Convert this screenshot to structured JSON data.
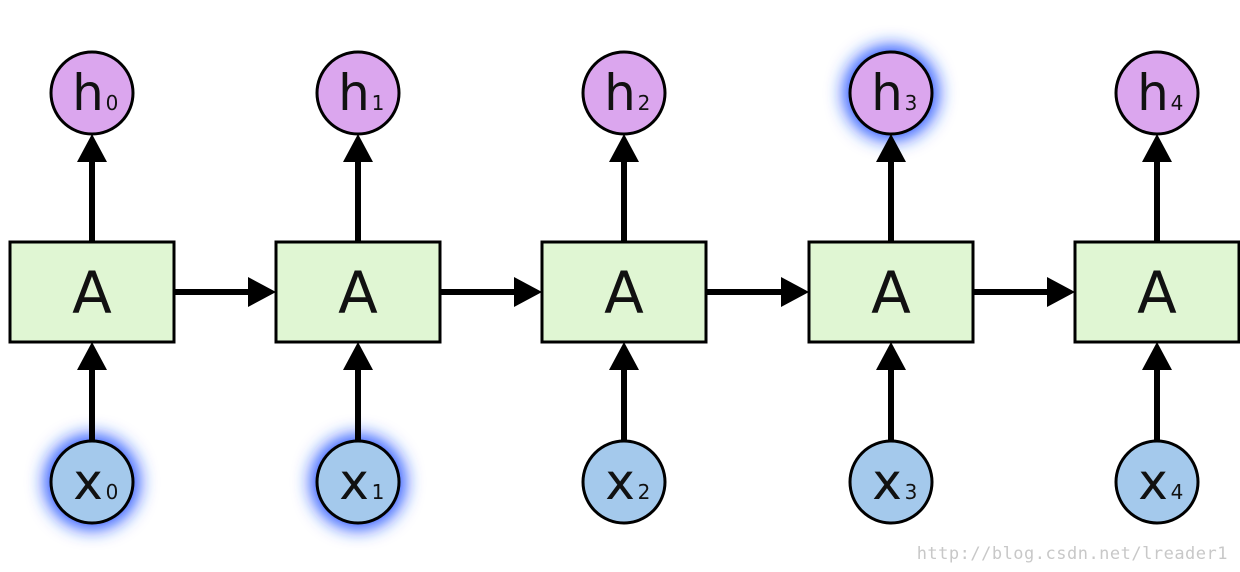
{
  "colors": {
    "cell_fill": "#e0f6d3",
    "output_fill": "#dba6ee",
    "input_fill": "#a4c9ec",
    "highlight_glow": "#1a4dff",
    "stroke": "#000000"
  },
  "cells": [
    {
      "label": "A"
    },
    {
      "label": "A"
    },
    {
      "label": "A"
    },
    {
      "label": "A"
    },
    {
      "label": "A"
    }
  ],
  "outputs": [
    {
      "main": "h",
      "sub": "0",
      "highlighted": false
    },
    {
      "main": "h",
      "sub": "1",
      "highlighted": false
    },
    {
      "main": "h",
      "sub": "2",
      "highlighted": false
    },
    {
      "main": "h",
      "sub": "3",
      "highlighted": true
    },
    {
      "main": "h",
      "sub": "4",
      "highlighted": false
    }
  ],
  "inputs": [
    {
      "main": "x",
      "sub": "0",
      "highlighted": true
    },
    {
      "main": "x",
      "sub": "1",
      "highlighted": true
    },
    {
      "main": "x",
      "sub": "2",
      "highlighted": false
    },
    {
      "main": "x",
      "sub": "3",
      "highlighted": false
    },
    {
      "main": "x",
      "sub": "4",
      "highlighted": false
    }
  ],
  "watermark": "http://blog.csdn.net/lreader1"
}
